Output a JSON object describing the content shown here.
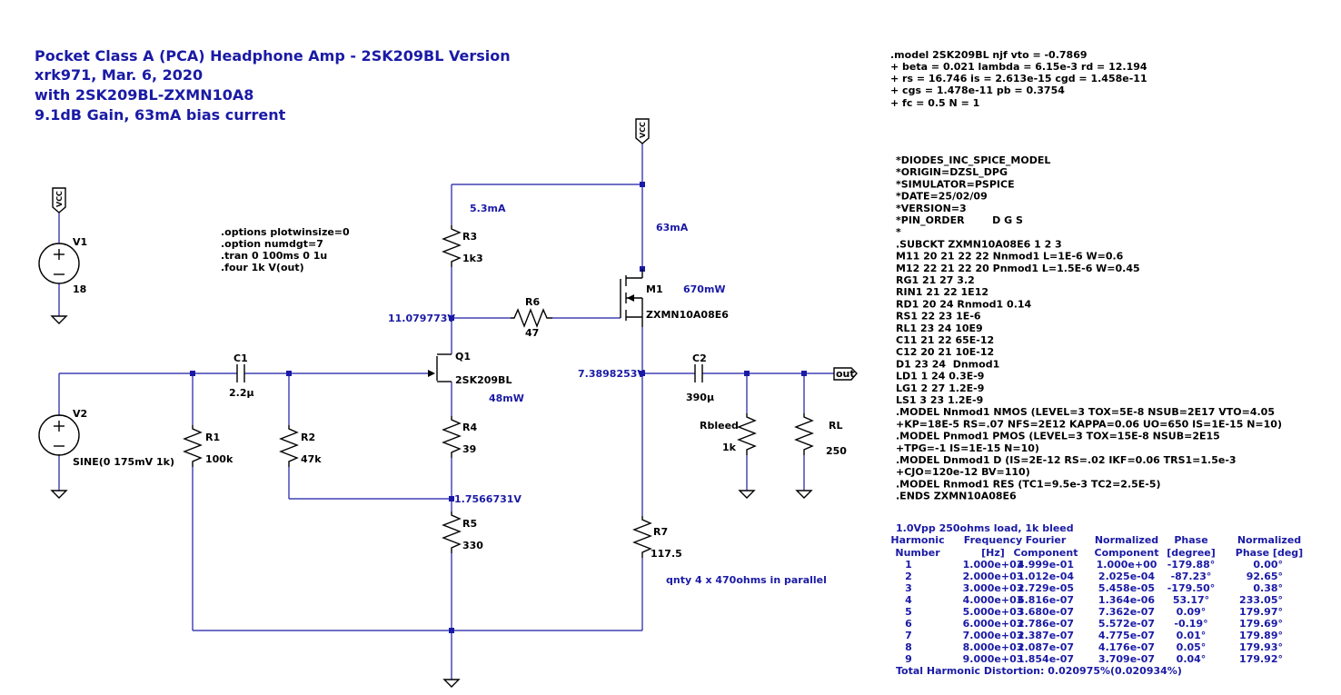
{
  "title_block": [
    "Pocket Class A (PCA) Headphone Amp - 2SK209BL Version",
    "xrk971, Mar. 6, 2020",
    "with 2SK209BL-ZXMN10A8",
    "9.1dB Gain, 63mA bias current"
  ],
  "sim_directives": [
    ".options plotwinsize=0",
    ".option numdgt=7",
    ".tran 0 100ms 0 1u",
    ".four 1k V(out)"
  ],
  "jfet_model": [
    ".model 2SK209BL njf vto = -0.7869",
    "+ beta = 0.021 lambda = 6.15e-3 rd = 12.194",
    "+ rs = 16.746 is = 2.613e-15 cgd = 1.458e-11",
    "+ cgs = 1.478e-11 pb = 0.3754",
    "+ fc = 0.5 N = 1"
  ],
  "mosfet_model": [
    "*DIODES_INC_SPICE_MODEL",
    "*ORIGIN=DZSL_DPG",
    "*SIMULATOR=PSPICE",
    "*DATE=25/02/09",
    "*VERSION=3",
    "*PIN_ORDER        D G S",
    "*",
    ".SUBCKT ZXMN10A08E6 1 2 3",
    "M11 20 21 22 22 Nnmod1 L=1E-6 W=0.6",
    "M12 22 21 22 20 Pnmod1 L=1.5E-6 W=0.45",
    "RG1 21 27 3.2",
    "RIN1 21 22 1E12",
    "RD1 20 24 Rnmod1 0.14",
    "RS1 22 23 1E-6",
    "RL1 23 24 10E9",
    "C11 21 22 65E-12",
    "C12 20 21 10E-12",
    "D1 23 24  Dnmod1",
    "LD1 1 24 0.3E-9",
    "LG1 2 27 1.2E-9",
    "LS1 3 23 1.2E-9",
    ".MODEL Nnmod1 NMOS (LEVEL=3 TOX=5E-8 NSUB=2E17 VTO=4.05",
    "+KP=18E-5 RS=.07 NFS=2E12 KAPPA=0.06 UO=650 IS=1E-15 N=10)",
    ".MODEL Pnmod1 PMOS (LEVEL=3 TOX=15E-8 NSUB=2E15",
    "+TPG=-1 IS=1E-15 N=10)",
    ".MODEL Dnmod1 D (IS=2E-12 RS=.02 IKF=0.06 TRS1=1.5e-3",
    "+CJO=120e-12 BV=110)",
    ".MODEL Rnmod1 RES (TC1=9.5e-3 TC2=2.5E-5)",
    ".ENDS ZXMN10A08E6"
  ],
  "components": {
    "V1": {
      "name": "V1",
      "value": "18"
    },
    "V2": {
      "name": "V2",
      "value": "SINE(0 175mV 1k)"
    },
    "C1": {
      "name": "C1",
      "value": "2.2μ"
    },
    "C2": {
      "name": "C2",
      "value": "390μ"
    },
    "R1": {
      "name": "R1",
      "value": "100k"
    },
    "R2": {
      "name": "R2",
      "value": "47k"
    },
    "R3": {
      "name": "R3",
      "value": "1k3"
    },
    "R4": {
      "name": "R4",
      "value": "39"
    },
    "R5": {
      "name": "R5",
      "value": "330"
    },
    "R6": {
      "name": "R6",
      "value": "47"
    },
    "R7": {
      "name": "R7",
      "value": "117.5"
    },
    "Rbleed": {
      "name": "Rbleed",
      "value": "1k"
    },
    "RL": {
      "name": "RL",
      "value": "250"
    },
    "Q1": {
      "name": "Q1",
      "value": "2SK209BL"
    },
    "M1": {
      "name": "M1",
      "value": "ZXMN10A08E6"
    }
  },
  "net_labels": {
    "vcc": "VCC",
    "out": "out"
  },
  "annotations": {
    "i_r3": "5.3mA",
    "i_m1": "63mA",
    "p_m1": "670mW",
    "p_q1": "48mW",
    "v_drain_q1": "11.079773V",
    "v_out_node": "7.3898253V",
    "v_source_q1": "1.7566731V",
    "r7_note": "qnty 4 x 470ohms in parallel"
  },
  "fourier": {
    "caption": "1.0Vpp 250ohms load, 1k bleed",
    "headers": [
      [
        "Harmonic",
        "Number"
      ],
      [
        "Frequency",
        "[Hz]"
      ],
      [
        "Fourier",
        "Component"
      ],
      [
        "Normalized",
        "Component"
      ],
      [
        "Phase",
        "[degree]"
      ],
      [
        "Normalized",
        "Phase [deg]"
      ]
    ],
    "rows": [
      [
        "1",
        "1.000e+03",
        "4.999e-01",
        "1.000e+00",
        "-179.88°",
        "0.00°"
      ],
      [
        "2",
        "2.000e+03",
        "1.012e-04",
        "2.025e-04",
        "-87.23°",
        "92.65°"
      ],
      [
        "3",
        "3.000e+03",
        "2.729e-05",
        "5.458e-05",
        "-179.50°",
        "0.38°"
      ],
      [
        "4",
        "4.000e+03",
        "6.816e-07",
        "1.364e-06",
        "53.17°",
        "233.05°"
      ],
      [
        "5",
        "5.000e+03",
        "3.680e-07",
        "7.362e-07",
        "0.09°",
        "179.97°"
      ],
      [
        "6",
        "6.000e+03",
        "2.786e-07",
        "5.572e-07",
        "-0.19°",
        "179.69°"
      ],
      [
        "7",
        "7.000e+03",
        "2.387e-07",
        "4.775e-07",
        "0.01°",
        "179.89°"
      ],
      [
        "8",
        "8.000e+03",
        "2.087e-07",
        "4.176e-07",
        "0.05°",
        "179.93°"
      ],
      [
        "9",
        "9.000e+03",
        "1.854e-07",
        "3.709e-07",
        "0.04°",
        "179.92°"
      ]
    ],
    "thd": "Total Harmonic Distortion: 0.020975%(0.020934%)"
  },
  "colors": {
    "wire": "#1a1aa6",
    "component": "#000000",
    "annotation": "#1a1aa6",
    "background": "#ffffff"
  }
}
